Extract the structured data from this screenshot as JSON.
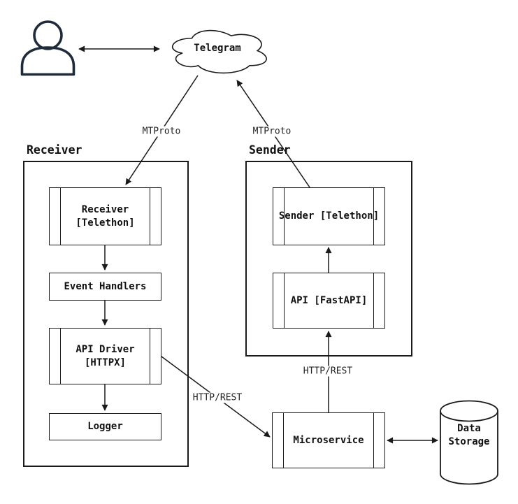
{
  "colors": {
    "line": "#1a1a1a",
    "text": "#111111",
    "actor_stroke": "#1f2b3a",
    "background": "#ffffff"
  },
  "cloud": {
    "label": "Telegram"
  },
  "groups": {
    "receiver": {
      "title": "Receiver"
    },
    "sender": {
      "title": "Sender"
    }
  },
  "nodes": {
    "receiver_telethon": {
      "line1": "Receiver",
      "line2": "[Telethon]"
    },
    "event_handlers": {
      "label": "Event Handlers"
    },
    "api_driver": {
      "line1": "API Driver",
      "line2": "[HTTPX]"
    },
    "logger": {
      "label": "Logger"
    },
    "sender_telethon": {
      "label": "Sender [Telethon]"
    },
    "api_fastapi": {
      "label": "API [FastAPI]"
    },
    "microservice": {
      "label": "Microservice"
    },
    "data_storage": {
      "line1": "Data",
      "line2": "Storage"
    }
  },
  "edges": {
    "telegram_receiver": {
      "label": "MTProto"
    },
    "sender_telegram": {
      "label": "MTProto"
    },
    "api_driver_microservice": {
      "label": "HTTP/REST"
    },
    "microservice_api": {
      "label": "HTTP/REST"
    }
  }
}
